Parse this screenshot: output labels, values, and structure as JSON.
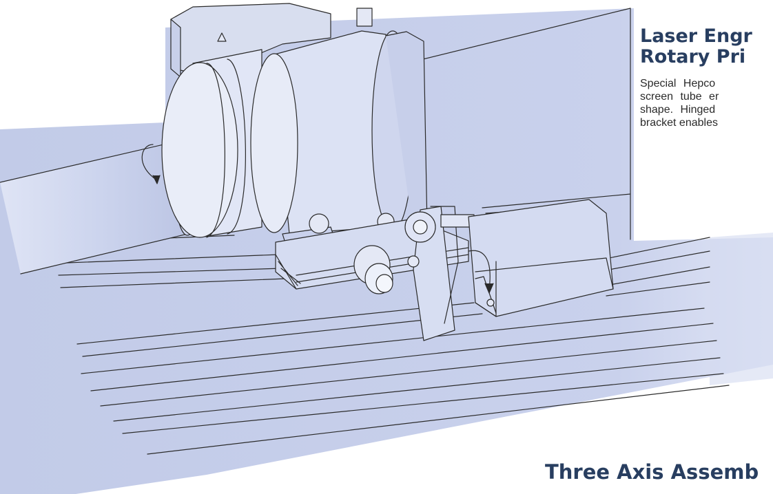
{
  "header": {
    "title_line_1": "Laser Engr",
    "title_line_2": "Rotary Pri"
  },
  "description": {
    "lines": [
      "Special Hepco",
      "screen tube er",
      "shape. Hinged",
      "bracket enables"
    ]
  },
  "footer": {
    "title": "Three Axis Assemb"
  },
  "colors": {
    "heading": "#283e60",
    "background_shading": "#c5cde9",
    "line_art": "#2a2a2a"
  }
}
